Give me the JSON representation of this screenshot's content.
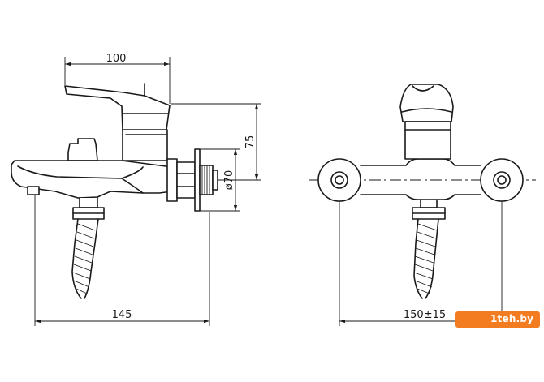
{
  "dimensions": {
    "handle_reach": "100",
    "height": "75",
    "connector_diameter": "ø70",
    "spout_length": "145",
    "center_distance": "150±15"
  },
  "watermark": {
    "text": "1teh.by",
    "color": "#f47c20"
  }
}
